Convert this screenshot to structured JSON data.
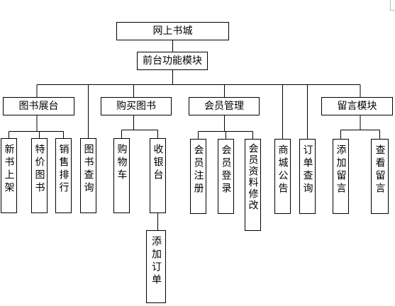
{
  "diagram": {
    "root": "网上书城",
    "frontend": "前台功能模块",
    "groups": {
      "books": "图书展台",
      "buy": "购买图书",
      "member": "会员管理",
      "notice": "商城公告",
      "order_query": "订单查询",
      "message": "留言模块"
    },
    "leaves": {
      "new_books": "新书上架",
      "special_books": "特价图书",
      "sales_rank": "销售排行",
      "book_query": "图书查询",
      "cart": "购物车",
      "checkout": "收银台",
      "add_order": "添加订单",
      "register": "会员注册",
      "login": "会员登录",
      "edit_profile": "会员资料修改",
      "add_message": "添加留言",
      "view_message": "查看留言"
    }
  }
}
